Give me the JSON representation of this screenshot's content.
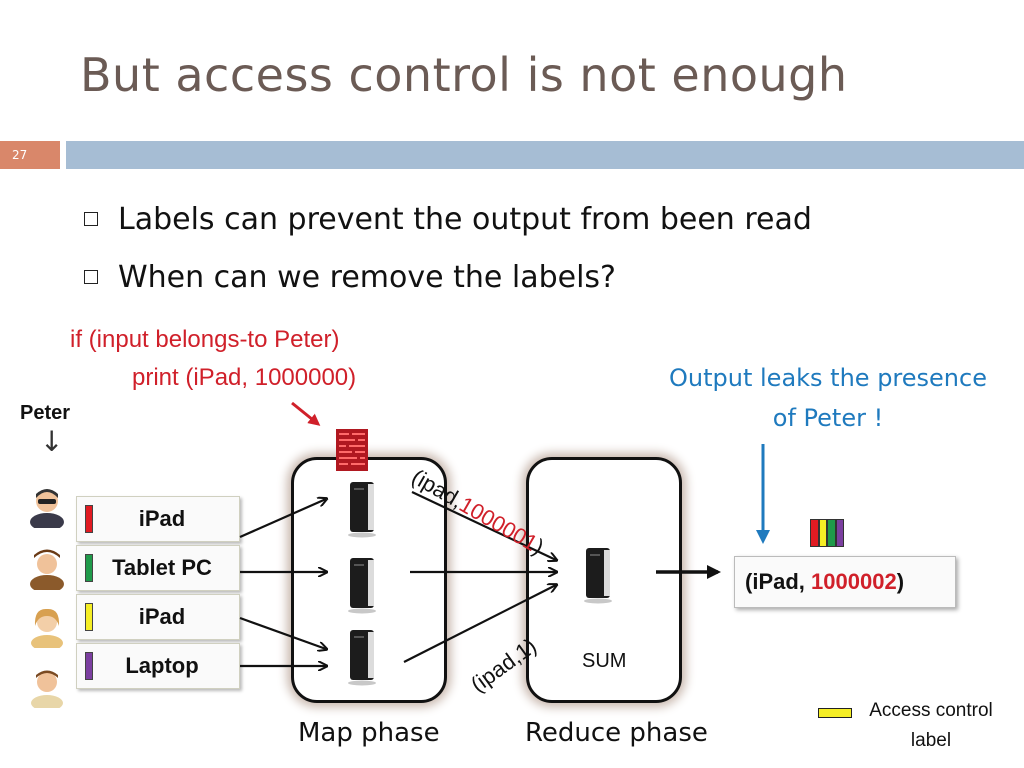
{
  "slide": {
    "title": "But access control is not enough",
    "number": "27",
    "bullets": [
      "Labels can prevent the output from been read",
      "When can we remove the labels?"
    ]
  },
  "diagram": {
    "code_line1": "if (input belongs-to Peter)",
    "code_line2": "print (iPad, 1000000)",
    "leak_line1": "Output leaks the presence",
    "leak_line2": "of Peter !",
    "peter_label": "Peter",
    "rows": [
      {
        "label": "iPad",
        "tag_color": "#e11b22"
      },
      {
        "label": "Tablet PC",
        "tag_color": "#1f9a4a"
      },
      {
        "label": "iPad",
        "tag_color": "#f5ee25"
      },
      {
        "label": "Laptop",
        "tag_color": "#7b3fa0"
      }
    ],
    "pair_top_prefix": "(ipad,",
    "pair_top_value": "1000001",
    "pair_top_suffix": ")",
    "pair_bottom": "(ipad,1)",
    "sum_label": "SUM",
    "map_phase": "Map phase",
    "reduce_phase": "Reduce phase",
    "output_prefix": "(iPad, ",
    "output_value": "1000002",
    "output_suffix": ")",
    "output_stripes": [
      "#e11b22",
      "#f5ee25",
      "#1f9a4a",
      "#7b3fa0"
    ],
    "legend_line1": "Access control",
    "legend_line2": "label"
  }
}
